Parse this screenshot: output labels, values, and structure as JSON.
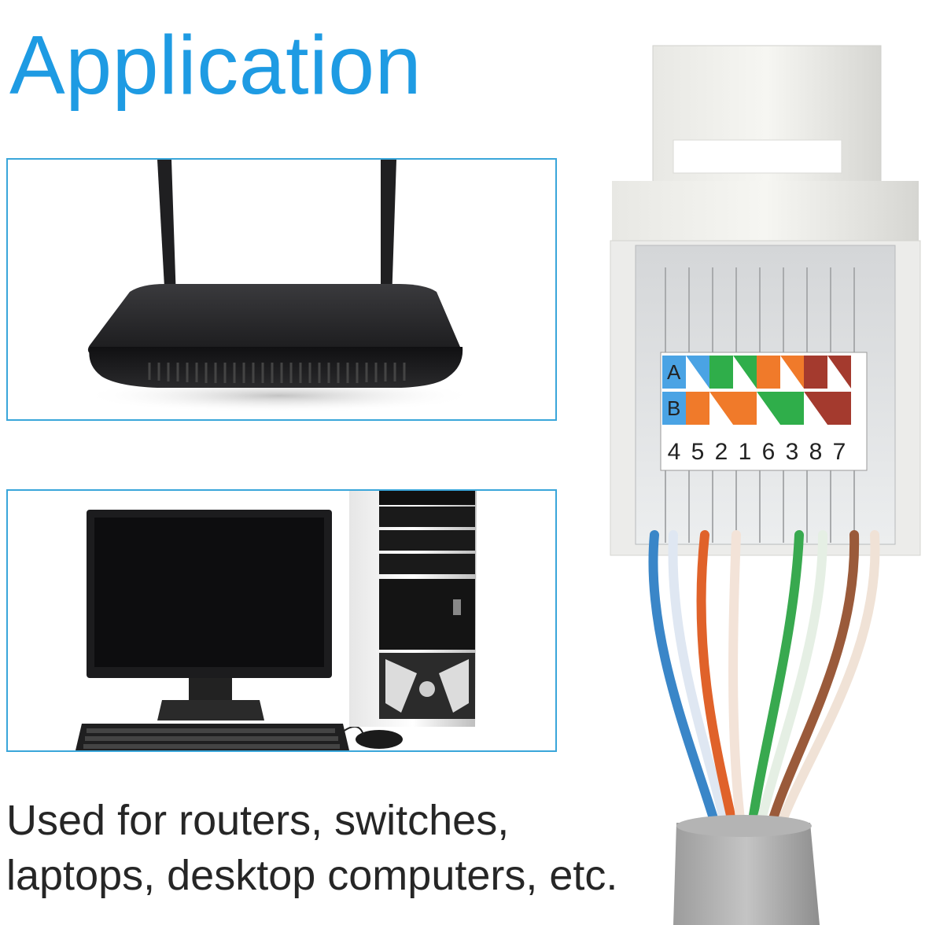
{
  "title": "Application",
  "caption": {
    "line1": "Used for routers, switches,",
    "line2": "laptops, desktop computers, etc."
  },
  "jack": {
    "row_a_label": "A",
    "row_b_label": "B",
    "pins": [
      "4",
      "5",
      "2",
      "1",
      "6",
      "3",
      "8",
      "7"
    ]
  },
  "colors": {
    "title": "#1e9be3",
    "frame_border": "#3aa6da",
    "caption": "#262626"
  },
  "icons": {
    "router": "wifi-router-image",
    "computer": "desktop-computer-image",
    "jack": "keystone-jack-image"
  }
}
